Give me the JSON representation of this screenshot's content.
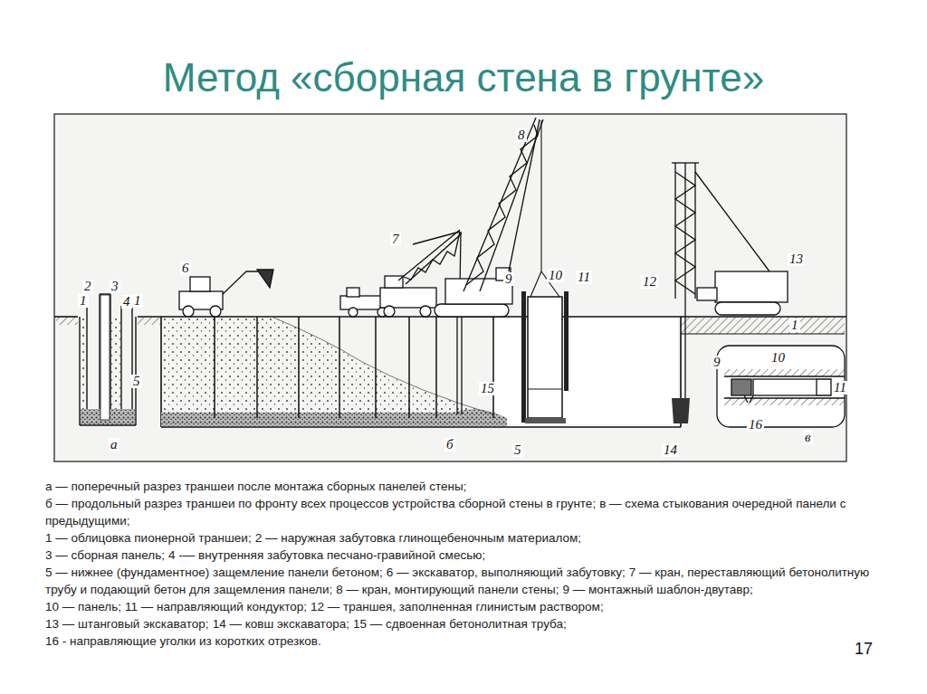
{
  "diagram": {
    "title": "Метод «сборная стена в грунте»",
    "labels": [
      "8",
      "7",
      "6",
      "13",
      "2",
      "3",
      "9",
      "10",
      "11",
      "12",
      "1",
      "4",
      "1",
      "1",
      "5",
      "15",
      "9",
      "10",
      "11",
      "16",
      "а",
      "б",
      "5",
      "14",
      "в",
      "а — поперечный разрез траншеи после монтажа сборных панелей стены;",
      "б — продольный разрез траншеи по фронту всех процессов устройства сборной стены в грунте;",
      "в — схема стыкования очередной панели с предыдущими;",
      "1 — облицовка пионерной траншеи;",
      "2 — наружная забутовка глинощебеночным материалом;",
      "3 — сборная панель;",
      "4 -— внутренняя забутовка песчано-гравийной смесью;",
      "5 — нижнее (фундаментное) защемление панели бетоном;",
      "6 — экскаватор, выполняющий забутовку;",
      "7 — кран, переставляющий бетонолитную трубу и подающий бетон для защемления панели;",
      "8 — кран, монтирующий панели стены;",
      "9 — монтажный шаблон-двутавр;",
      "10 — панель;",
      "11 — направляющий кондуктор;",
      "12 — траншея, заполненная глинистым раствором;",
      "13 — штанговый экскаватор;",
      "14 — ковш экскаватора;",
      "15 — сдвоенная бетонолитная труба;",
      "16 - направляющие уголки из коротких отрезков.",
      "17"
    ]
  }
}
